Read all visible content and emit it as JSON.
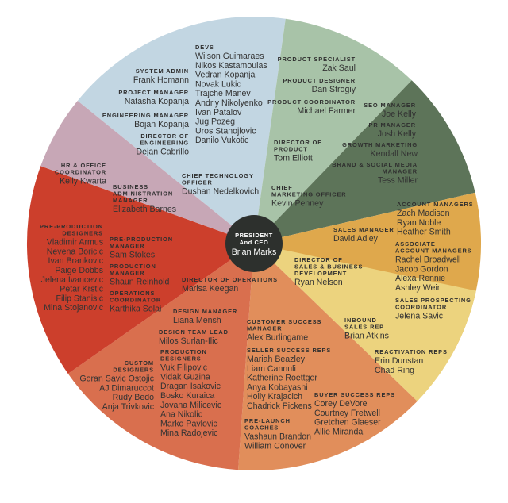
{
  "colors": {
    "devs": "#c2d6e2",
    "product": "#a8c3a8",
    "growth": "#5d7459",
    "sales": "#dfa84c",
    "sales_light": "#ecd37e",
    "success": "#e18e5b",
    "design": "#d96f4e",
    "production": "#cc3f2c",
    "hr": "#c7a7b6",
    "center": "#2d302d",
    "text_dark": "#333333",
    "text_light": "#ffffff"
  },
  "center": {
    "role_line1": "PRESIDENT",
    "role_line2": "And CEO",
    "name": "Brian Marks"
  },
  "blocks": [
    {
      "id": "devs",
      "role_lines": [
        "DEVS"
      ],
      "names": [
        "Wilson Guimaraes",
        "Nikos Kastamoulas",
        "Vedran Kopanja",
        "Novak Lukic",
        "Trajche Manev",
        "Andriy Nikolyenko",
        "Ivan Patalov",
        "Jug Pozeg",
        "Uros Stanojlovic",
        "Danilo Vukotic"
      ]
    },
    {
      "id": "system-admin",
      "role_lines": [
        "SYSTEM ADMIN"
      ],
      "names": [
        "Frank Homann"
      ]
    },
    {
      "id": "project-manager",
      "role_lines": [
        "PROJECT MANAGER"
      ],
      "names": [
        "Natasha Kopanja"
      ]
    },
    {
      "id": "engineering-manager",
      "role_lines": [
        "ENGINEERING MANAGER"
      ],
      "names": [
        "Bojan Kopanja"
      ]
    },
    {
      "id": "director-engineering",
      "role_lines": [
        "DIRECTOR OF",
        "ENGINEERING"
      ],
      "names": [
        "Dejan Cabrillo"
      ]
    },
    {
      "id": "cto",
      "role_lines": [
        "CHIEF TECHNOLOGY",
        "OFFICER"
      ],
      "names": [
        "Dushan Nedelkovich"
      ]
    },
    {
      "id": "product-specialist",
      "role_lines": [
        "PRODUCT SPECIALIST"
      ],
      "names": [
        "Zak Saul"
      ]
    },
    {
      "id": "product-designer",
      "role_lines": [
        "PRODUCT DESIGNER"
      ],
      "names": [
        "Dan Strogiy"
      ]
    },
    {
      "id": "product-coordinator",
      "role_lines": [
        "PRODUCT COORDINATOR"
      ],
      "names": [
        "Michael Farmer"
      ]
    },
    {
      "id": "director-product",
      "role_lines": [
        "DIRECTOR OF",
        "PRODUCT"
      ],
      "names": [
        "Tom Elliott"
      ]
    },
    {
      "id": "cmo",
      "role_lines": [
        "CHIEF",
        "MARKETING OFFICER"
      ],
      "names": [
        "Kevin Penney"
      ]
    },
    {
      "id": "seo-manager",
      "role_lines": [
        "SEO MANAGER"
      ],
      "names": [
        "Joe Kelly"
      ]
    },
    {
      "id": "pr-manager",
      "role_lines": [
        "PR MANAGER"
      ],
      "names": [
        "Josh Kelly"
      ]
    },
    {
      "id": "growth-marketing",
      "role_lines": [
        "GROWTH MARKETING"
      ],
      "names": [
        "Kendall New"
      ]
    },
    {
      "id": "brand-social",
      "role_lines": [
        "BRAND & SOCIAL MEDIA",
        "MANAGER"
      ],
      "names": [
        "Tess Miller"
      ]
    },
    {
      "id": "account-managers",
      "role_lines": [
        "ACCOUNT MANAGERS"
      ],
      "names": [
        "Zach Madison",
        "Ryan Noble",
        "Heather Smith"
      ]
    },
    {
      "id": "associate-account-managers",
      "role_lines": [
        "ASSOCIATE",
        "ACCOUNT MANAGERS"
      ],
      "names": [
        "Rachel Broadwell",
        "Jacob Gordon",
        "Alexa Rennie",
        "Ashley Weir"
      ]
    },
    {
      "id": "sales-prospecting",
      "role_lines": [
        "SALES PROSPECTING",
        "COORDINATOR"
      ],
      "names": [
        "Jelena Savic"
      ]
    },
    {
      "id": "sales-manager",
      "role_lines": [
        "SALES MANAGER"
      ],
      "names": [
        "David Adley"
      ]
    },
    {
      "id": "director-sales",
      "role_lines": [
        "DIRECTOR OF",
        "SALES & BUSINESS",
        "DEVELOPMENT"
      ],
      "names": [
        "Ryan Nelson"
      ]
    },
    {
      "id": "inbound-sales",
      "role_lines": [
        "INBOUND",
        "SALES REP"
      ],
      "names": [
        "Brian Atkins"
      ]
    },
    {
      "id": "reactivation-reps",
      "role_lines": [
        "REACTIVATION REPS"
      ],
      "names": [
        "Erin Dunstan",
        "Chad Ring"
      ]
    },
    {
      "id": "customer-success-manager",
      "role_lines": [
        "CUSTOMER SUCCESS",
        "MANAGER"
      ],
      "names": [
        "Alex Burlingame"
      ]
    },
    {
      "id": "seller-success-reps",
      "role_lines": [
        "SELLER SUCCESS REPS"
      ],
      "names": [
        "Mariah Beazley",
        "Liam Cannuli",
        "Katherine Roettger",
        "Anya Kobayashi",
        "Holly Krajacich",
        "Chadrick Pickens"
      ]
    },
    {
      "id": "pre-launch-coaches",
      "role_lines": [
        "PRE-LAUNCH",
        "COACHES"
      ],
      "names": [
        "Vashaun Brandon",
        "William Conover"
      ]
    },
    {
      "id": "buyer-success-reps",
      "role_lines": [
        "BUYER SUCCESS REPS"
      ],
      "names": [
        "Corey DeVore",
        "Courtney Fretwell",
        "Gretchen Glaeser",
        "Allie Miranda"
      ]
    },
    {
      "id": "design-manager",
      "role_lines": [
        "DESIGN MANAGER"
      ],
      "names": [
        "Liana Mensh"
      ]
    },
    {
      "id": "design-team-lead",
      "role_lines": [
        "DESIGN TEAM LEAD"
      ],
      "names": [
        "Milos Surlan-Ilic"
      ]
    },
    {
      "id": "production-designers",
      "role_lines": [
        "PRODUCTION",
        "DESIGNERS"
      ],
      "names": [
        "Vuk Filipovic",
        "Vidak Guzina",
        "Dragan Isakovic",
        "Bosko Kuraica",
        "Jovana Milicevic",
        "Ana Nikolic",
        "Marko Pavlovic",
        "Mina Radojevic"
      ]
    },
    {
      "id": "custom-designers",
      "role_lines": [
        "CUSTOM",
        "DESIGNERS"
      ],
      "names": [
        "Goran Savic Ostojic",
        "AJ Dimaruccot",
        "Rudy Bedo",
        "Anja Trivkovic"
      ]
    },
    {
      "id": "director-operations",
      "role_lines": [
        "DIRECTOR OF OPERATIONS"
      ],
      "names": [
        "Marisa Keegan"
      ]
    },
    {
      "id": "pre-production-designers",
      "role_lines": [
        "PRE-PRODUCTION",
        "DESIGNERS"
      ],
      "names": [
        "Vladimir Armus",
        "Nevena Boricic",
        "Ivan Brankovic",
        "Paige Dobbs",
        "Jelena Ivancevic",
        "Petar Krstic",
        "Filip Stanisic",
        "Mina Stojanovic"
      ]
    },
    {
      "id": "pre-production-manager",
      "role_lines": [
        "PRE-PRODUCTION",
        "MANAGER"
      ],
      "names": [
        "Sam Stokes"
      ]
    },
    {
      "id": "production-manager",
      "role_lines": [
        "PRODUCTION",
        "MANAGER"
      ],
      "names": [
        "Shaun Reinhold"
      ]
    },
    {
      "id": "operations-coordinator",
      "role_lines": [
        "OPERATIONS",
        "COORDINATOR"
      ],
      "names": [
        "Karthika Solai"
      ]
    },
    {
      "id": "hr-office",
      "role_lines": [
        "HR & OFFICE",
        "COORDINATOR"
      ],
      "names": [
        "Kelly Kwarta"
      ]
    },
    {
      "id": "business-admin",
      "role_lines": [
        "BUSINESS",
        "ADMINISTRATION",
        "MANAGER"
      ],
      "names": [
        "Elizabeth Barnes"
      ]
    }
  ]
}
